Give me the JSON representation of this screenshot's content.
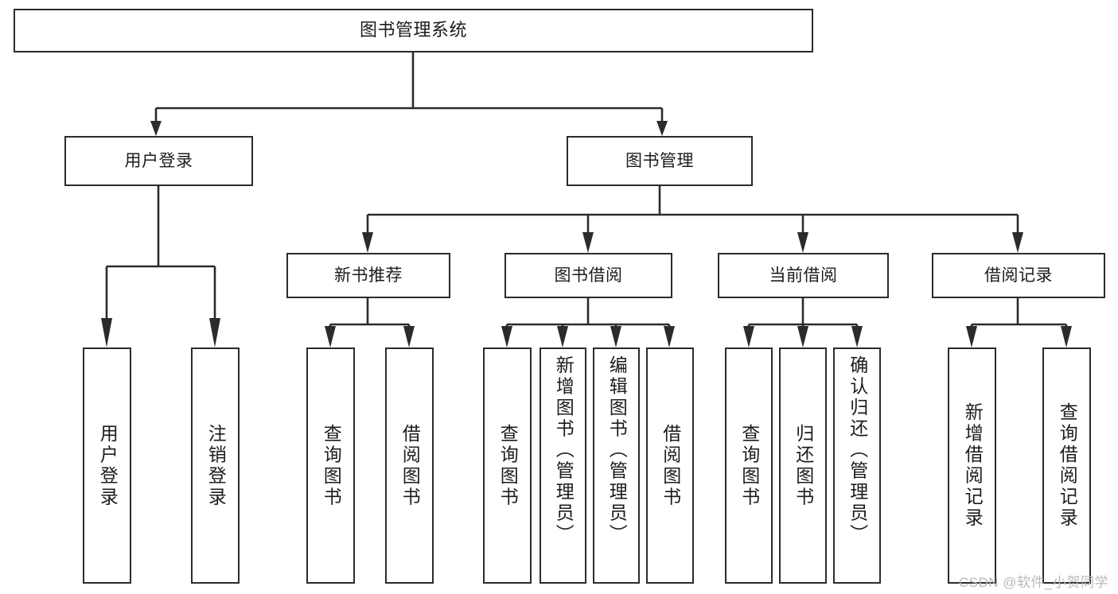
{
  "diagram": {
    "title": "图书管理系统",
    "watermark": "CSDN @软件_小贺同学",
    "stroke_color": "#2b2b2b",
    "fill_color": "#ffffff",
    "text_color": "#1c1c1c",
    "watermark_color": "#b9b9b9",
    "levels": {
      "root": "图书管理系统",
      "level2": [
        "用户登录",
        "图书管理"
      ],
      "level3": [
        "新书推荐",
        "图书借阅",
        "当前借阅",
        "借阅记录"
      ]
    },
    "nodes": {
      "root": {
        "label": "图书管理系统"
      },
      "user_login": {
        "label": "用户登录"
      },
      "book_manage": {
        "label": "图书管理"
      },
      "new_book_rec": {
        "label": "新书推荐"
      },
      "book_borrow": {
        "label": "图书借阅"
      },
      "current_borrow": {
        "label": "当前借阅"
      },
      "borrow_record": {
        "label": "借阅记录"
      },
      "leaf_user_login": {
        "label": "用户登录"
      },
      "leaf_logout": {
        "label": "注销登录"
      },
      "leaf_query_book_1": {
        "label": "查询图书"
      },
      "leaf_borrow_book_1": {
        "label": "借阅图书"
      },
      "leaf_query_book_2": {
        "label": "查询图书"
      },
      "leaf_add_book_admin": {
        "label": "新增图书（管理员）"
      },
      "leaf_edit_book_admin": {
        "label": "编辑图书（管理员）"
      },
      "leaf_borrow_book_2": {
        "label": "借阅图书"
      },
      "leaf_query_book_3": {
        "label": "查询图书"
      },
      "leaf_return_book": {
        "label": "归还图书"
      },
      "leaf_confirm_return_admin": {
        "label": "确认归还（管理员）"
      },
      "leaf_add_record": {
        "label": "新增借阅记录"
      },
      "leaf_query_record": {
        "label": "查询借阅记录"
      }
    },
    "edges": [
      {
        "from": "root",
        "to": "user_login"
      },
      {
        "from": "root",
        "to": "book_manage"
      },
      {
        "from": "user_login",
        "to": "leaf_user_login"
      },
      {
        "from": "user_login",
        "to": "leaf_logout"
      },
      {
        "from": "book_manage",
        "to": "new_book_rec"
      },
      {
        "from": "book_manage",
        "to": "book_borrow"
      },
      {
        "from": "book_manage",
        "to": "current_borrow"
      },
      {
        "from": "book_manage",
        "to": "borrow_record"
      },
      {
        "from": "new_book_rec",
        "to": "leaf_query_book_1"
      },
      {
        "from": "new_book_rec",
        "to": "leaf_borrow_book_1"
      },
      {
        "from": "book_borrow",
        "to": "leaf_query_book_2"
      },
      {
        "from": "book_borrow",
        "to": "leaf_add_book_admin"
      },
      {
        "from": "book_borrow",
        "to": "leaf_edit_book_admin"
      },
      {
        "from": "book_borrow",
        "to": "leaf_borrow_book_2"
      },
      {
        "from": "current_borrow",
        "to": "leaf_query_book_3"
      },
      {
        "from": "current_borrow",
        "to": "leaf_return_book"
      },
      {
        "from": "current_borrow",
        "to": "leaf_confirm_return_admin"
      },
      {
        "from": "borrow_record",
        "to": "leaf_add_record"
      },
      {
        "from": "borrow_record",
        "to": "leaf_query_record"
      }
    ]
  }
}
